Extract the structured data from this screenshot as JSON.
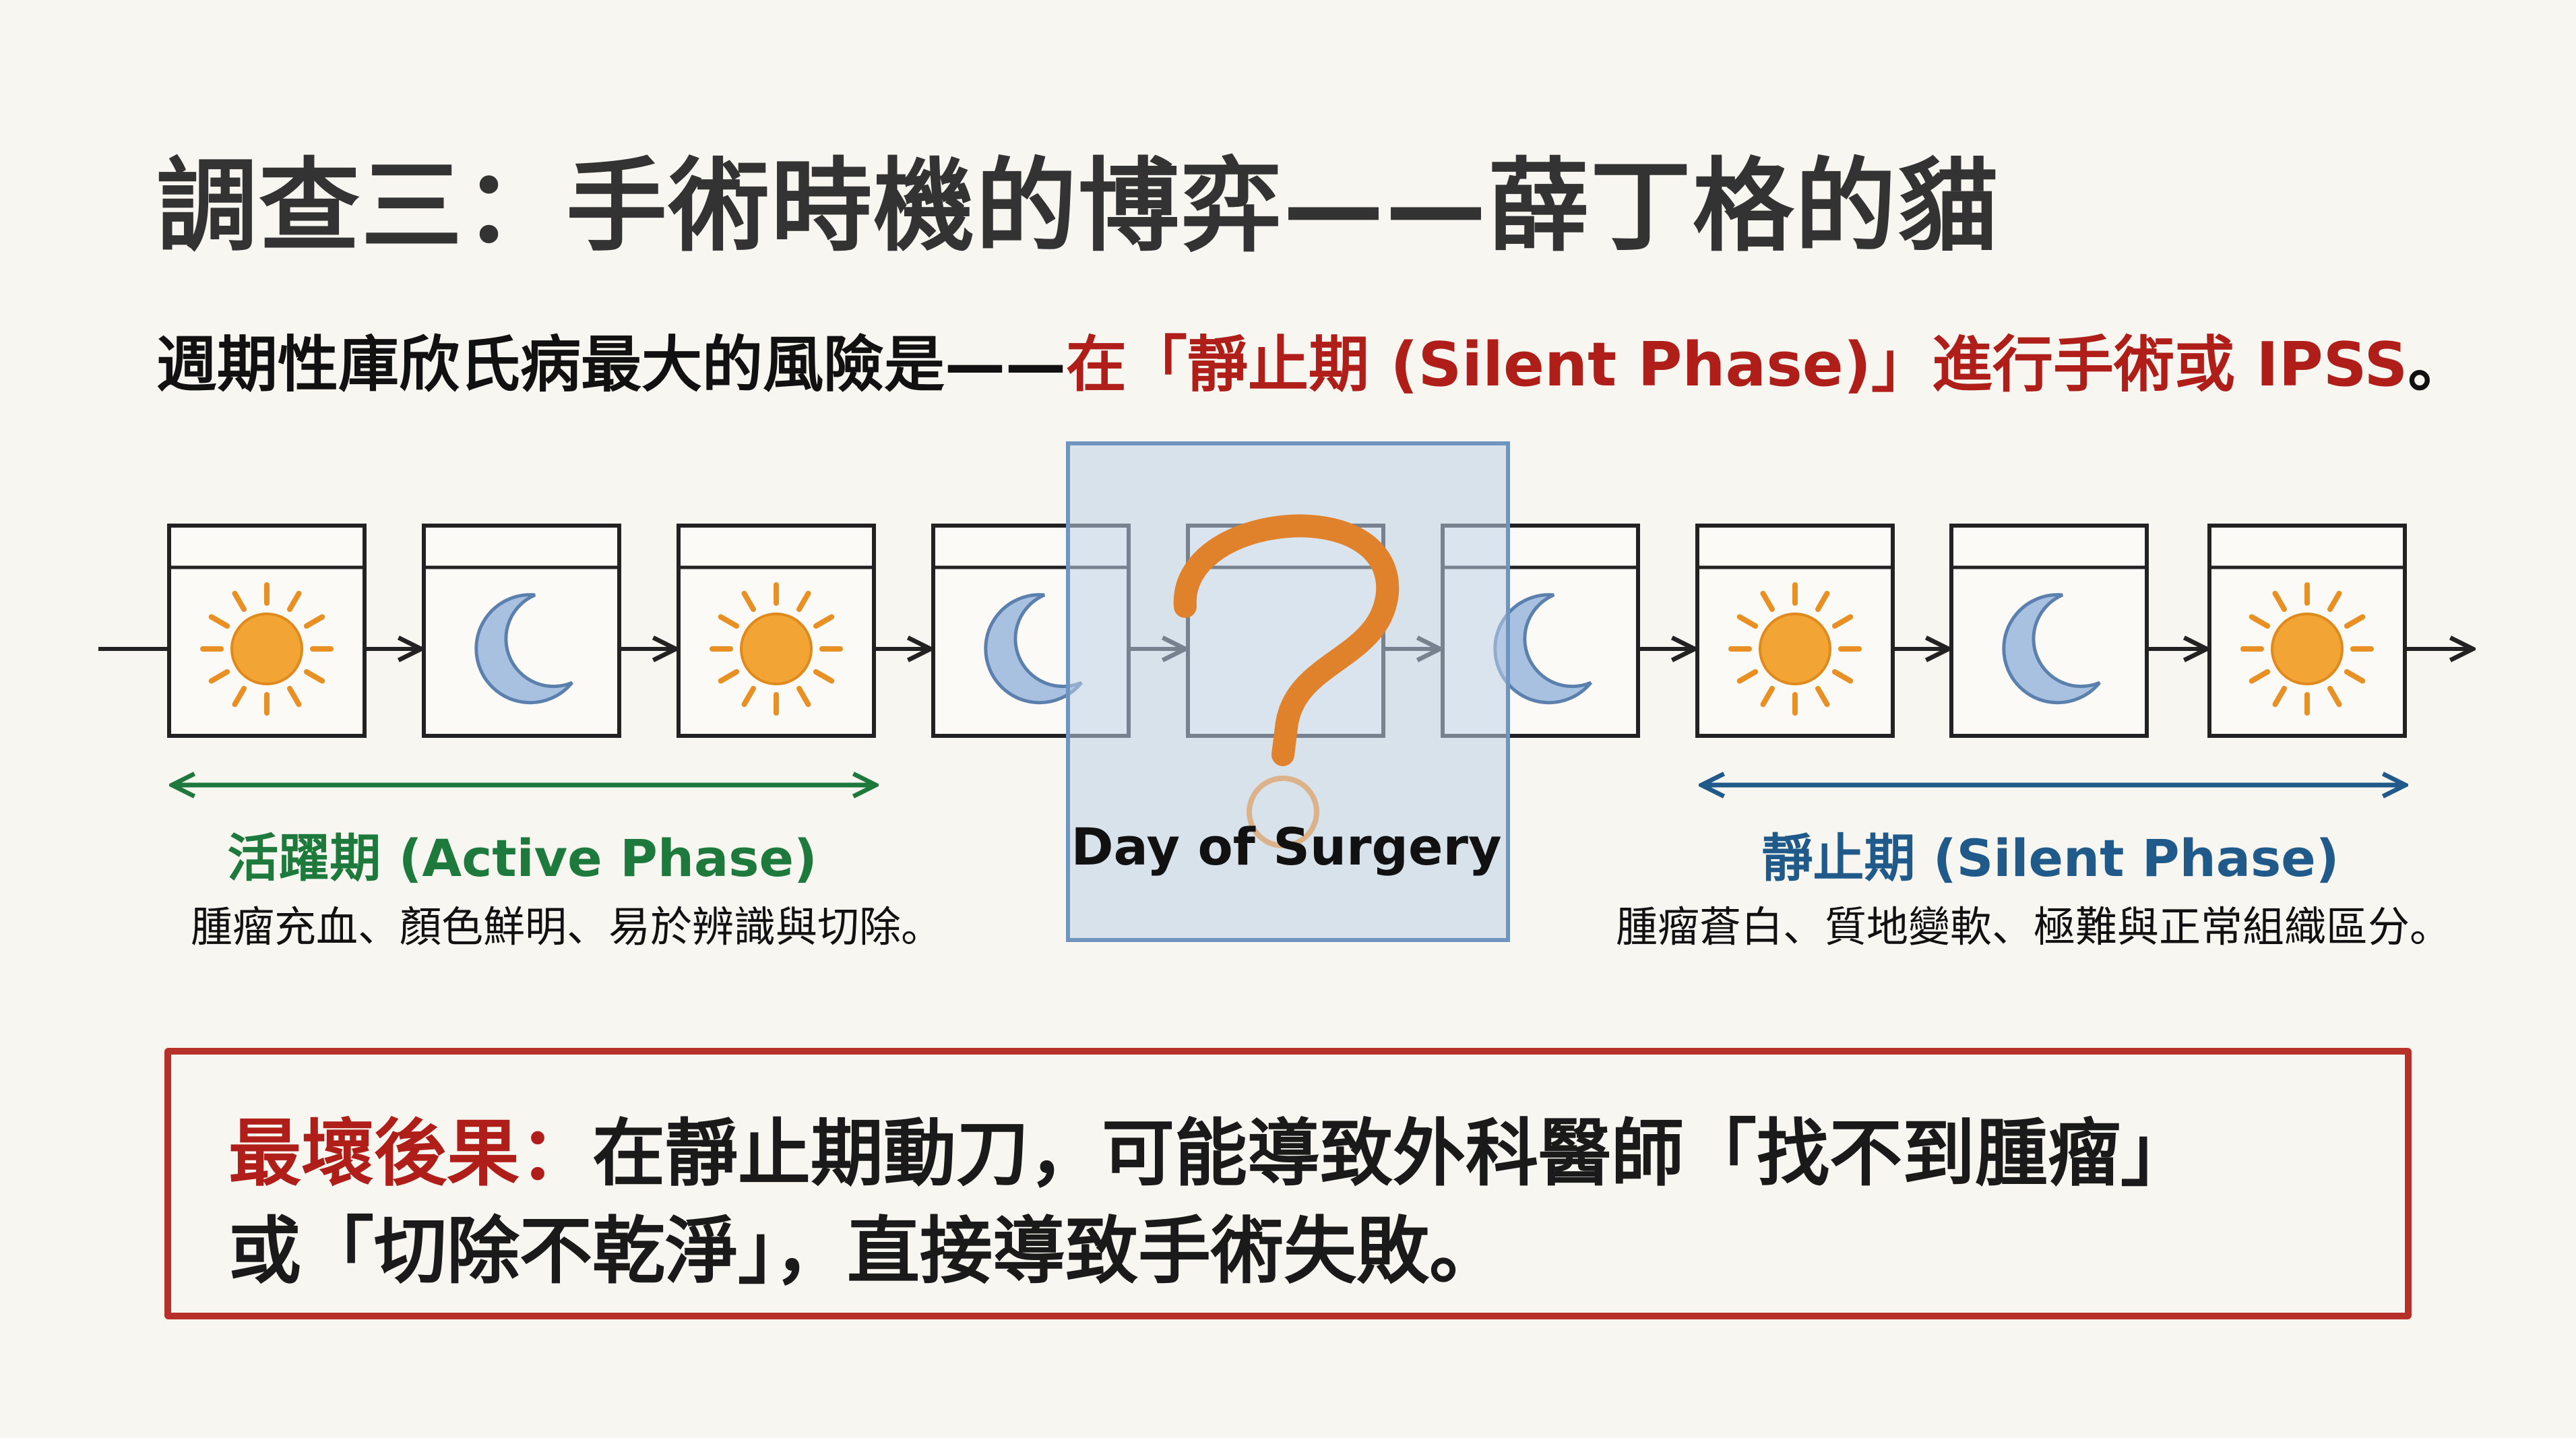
{
  "title": "調查三：手術時機的博弈——薛丁格的貓",
  "subtitle": {
    "prefix": "週期性庫欣氏病最大的風險是——",
    "highlight": "在「靜止期 (Silent Phase)」進行手術或 IPSS",
    "suffix": "。"
  },
  "timeline": {
    "icons": [
      "sun-icon",
      "moon-icon",
      "sun-icon",
      "moon-icon",
      "question-icon",
      "moon-icon",
      "sun-icon",
      "moon-icon",
      "sun-icon"
    ],
    "surgery_label": "Day of Surgery",
    "active": {
      "label": "活躍期 (Active Phase)",
      "desc": "腫瘤充血、顏色鮮明、易於辨識與切除。",
      "color": "#1e7a3c"
    },
    "silent": {
      "label": "靜止期 (Silent Phase)",
      "desc": "腫瘤蒼白、質地變軟、極難與正常組織區分。",
      "color": "#1f5a8a"
    }
  },
  "warning": {
    "label": "最壞後果：",
    "line1": "在靜止期動刀，可能導致外科醫師「找不到腫瘤」",
    "line2": "或「切除不乾淨」，直接導致手術失敗。",
    "color": "#b01e1a"
  }
}
